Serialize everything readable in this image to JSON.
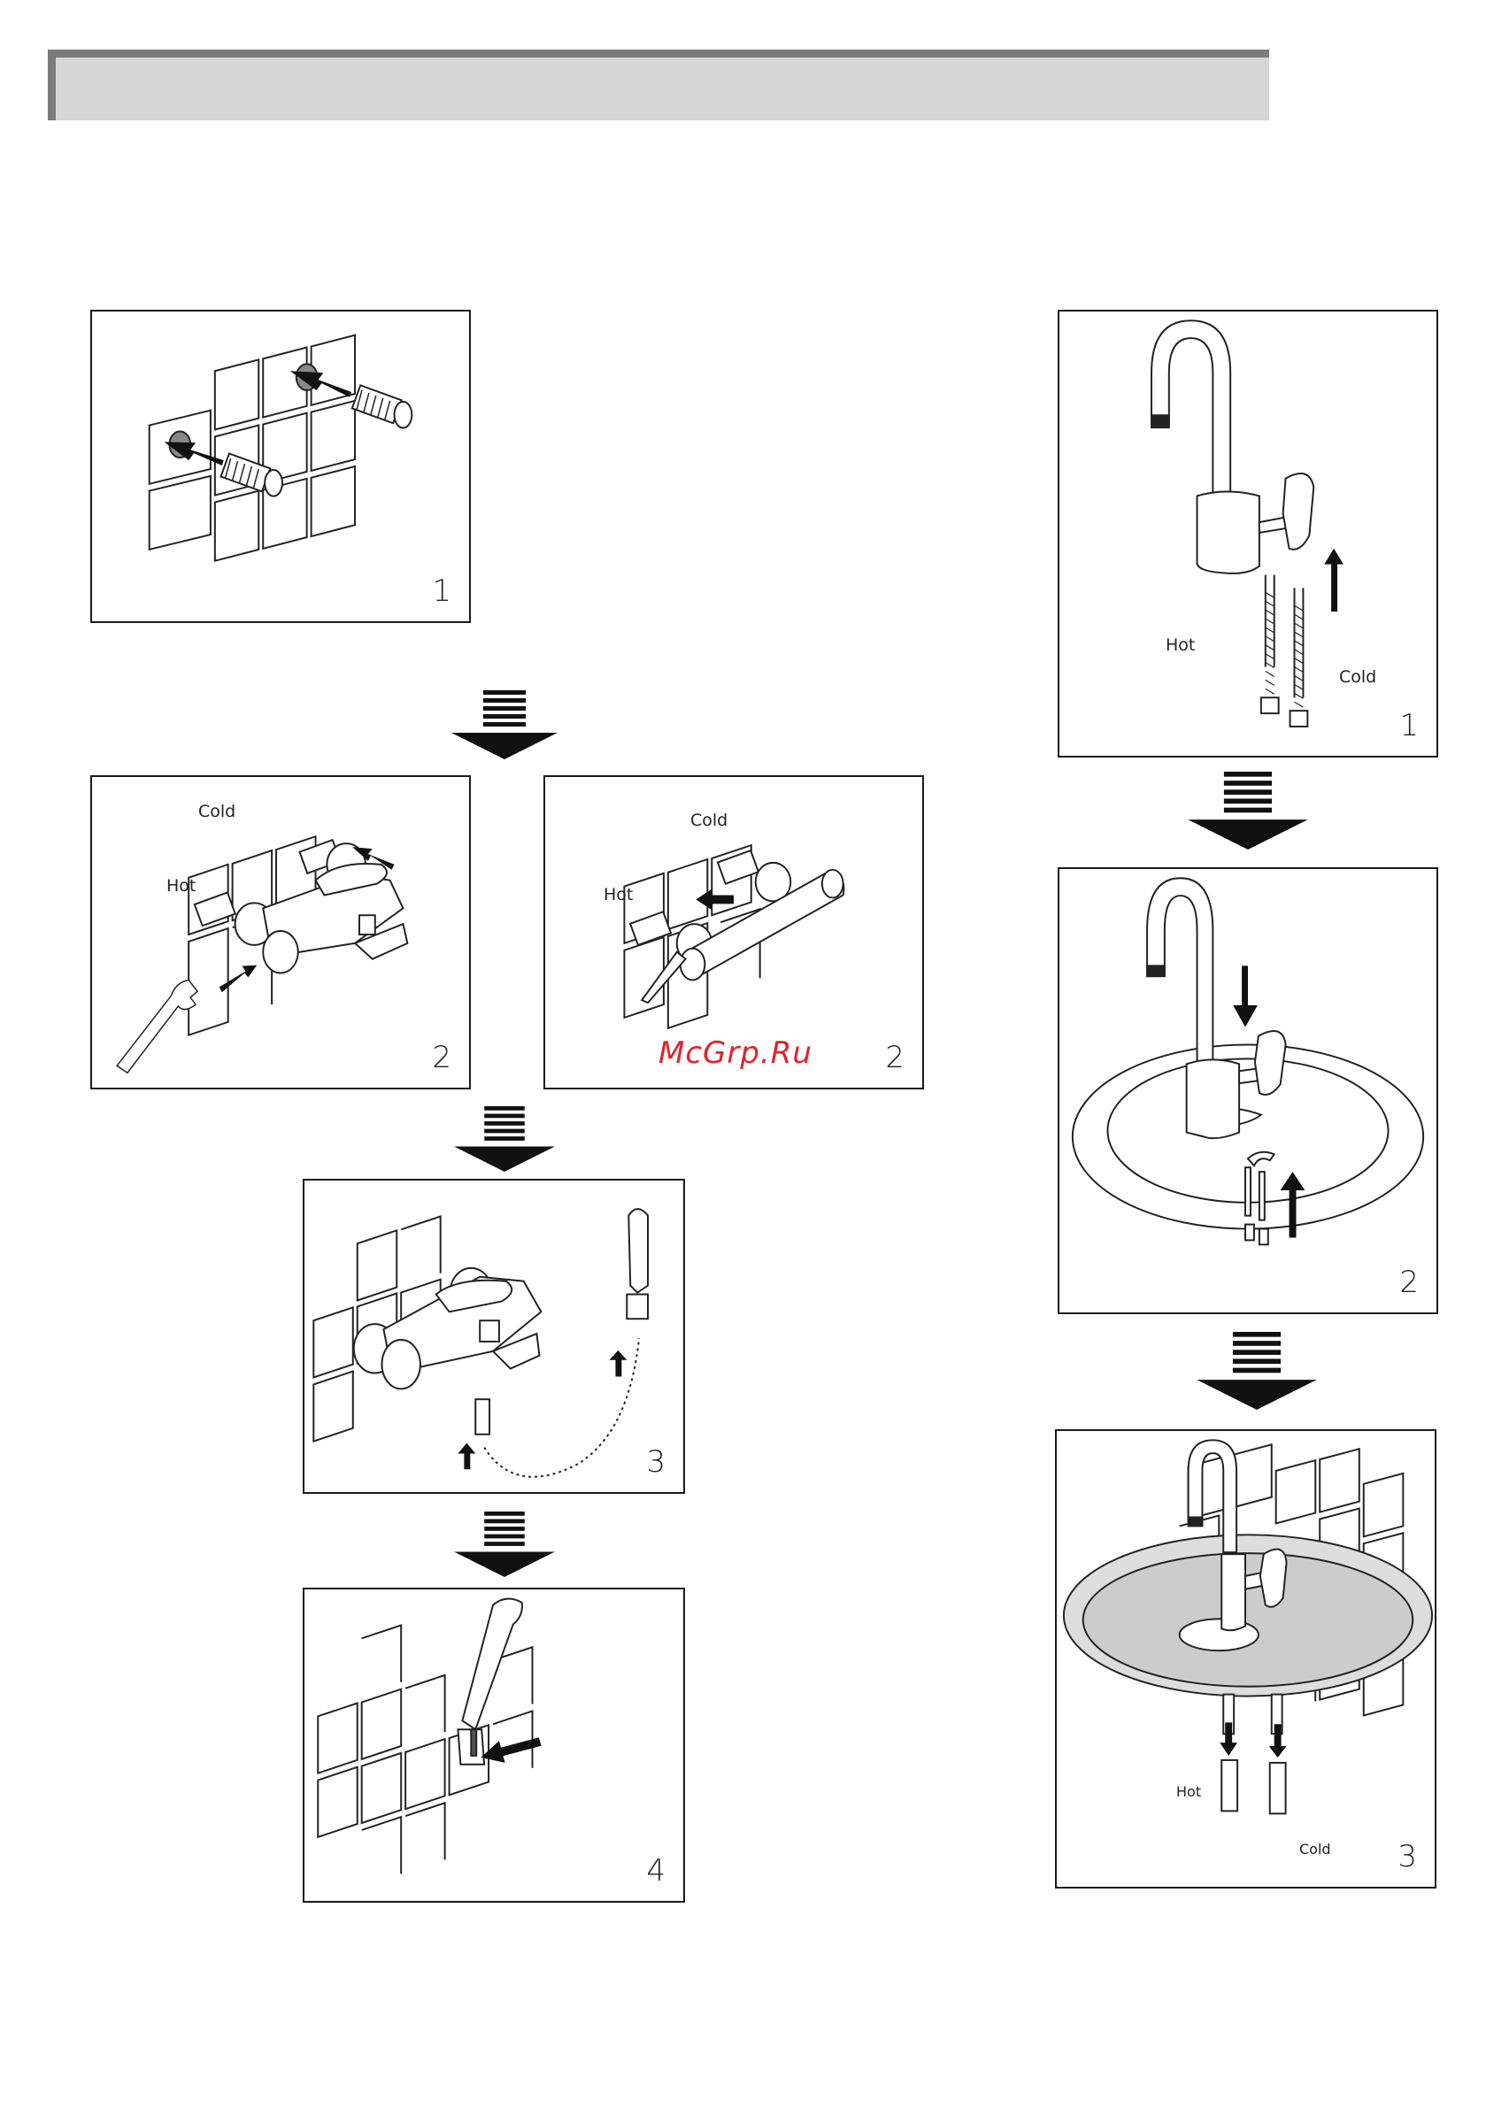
{
  "panels": {
    "wall_1": {
      "step": "1"
    },
    "wall_2a": {
      "step": "2",
      "cold": "Cold",
      "hot": "Hot"
    },
    "wall_2b": {
      "step": "2",
      "cold": "Cold",
      "hot": "Hot"
    },
    "wall_3": {
      "step": "3"
    },
    "wall_4": {
      "step": "4"
    },
    "basin_1": {
      "step": "1",
      "hot": "Hot",
      "cold": "Cold"
    },
    "basin_2": {
      "step": "2"
    },
    "basin_3": {
      "step": "3",
      "hot": "Hot",
      "cold": "Cold"
    }
  },
  "watermark": "McGrp.Ru"
}
